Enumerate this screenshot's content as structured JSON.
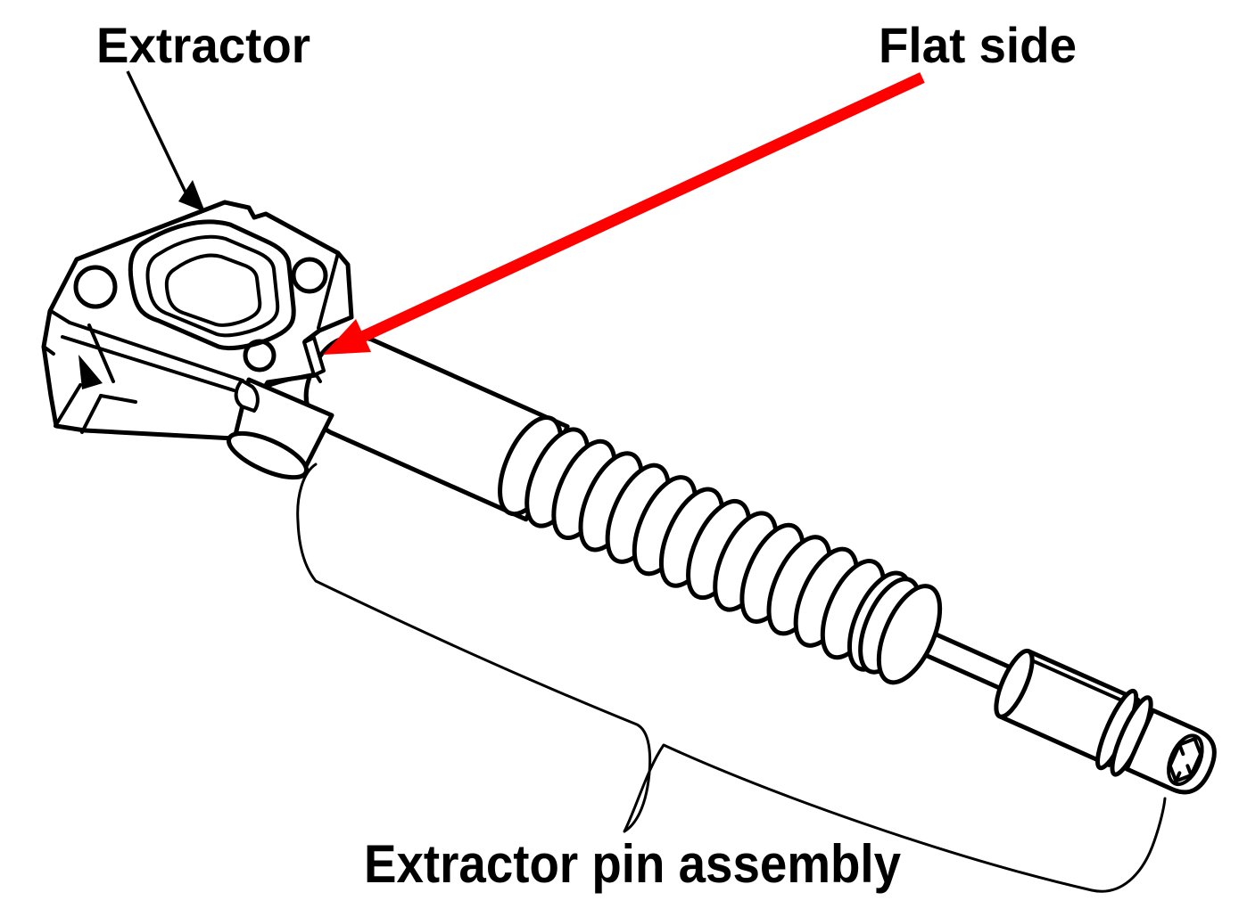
{
  "diagram": {
    "type": "technical-illustration",
    "subject": "Extractor and extractor pin assembly",
    "background_color": "#ffffff",
    "line_color": "#000000",
    "callouts": {
      "extractor": {
        "label": "Extractor",
        "arrow_color": "#000000"
      },
      "flat_side": {
        "label": "Flat side",
        "arrow_color": "#ff0000"
      },
      "extractor_pin_assembly": {
        "label": "Extractor pin assembly",
        "brace_color": "#000000"
      }
    }
  }
}
